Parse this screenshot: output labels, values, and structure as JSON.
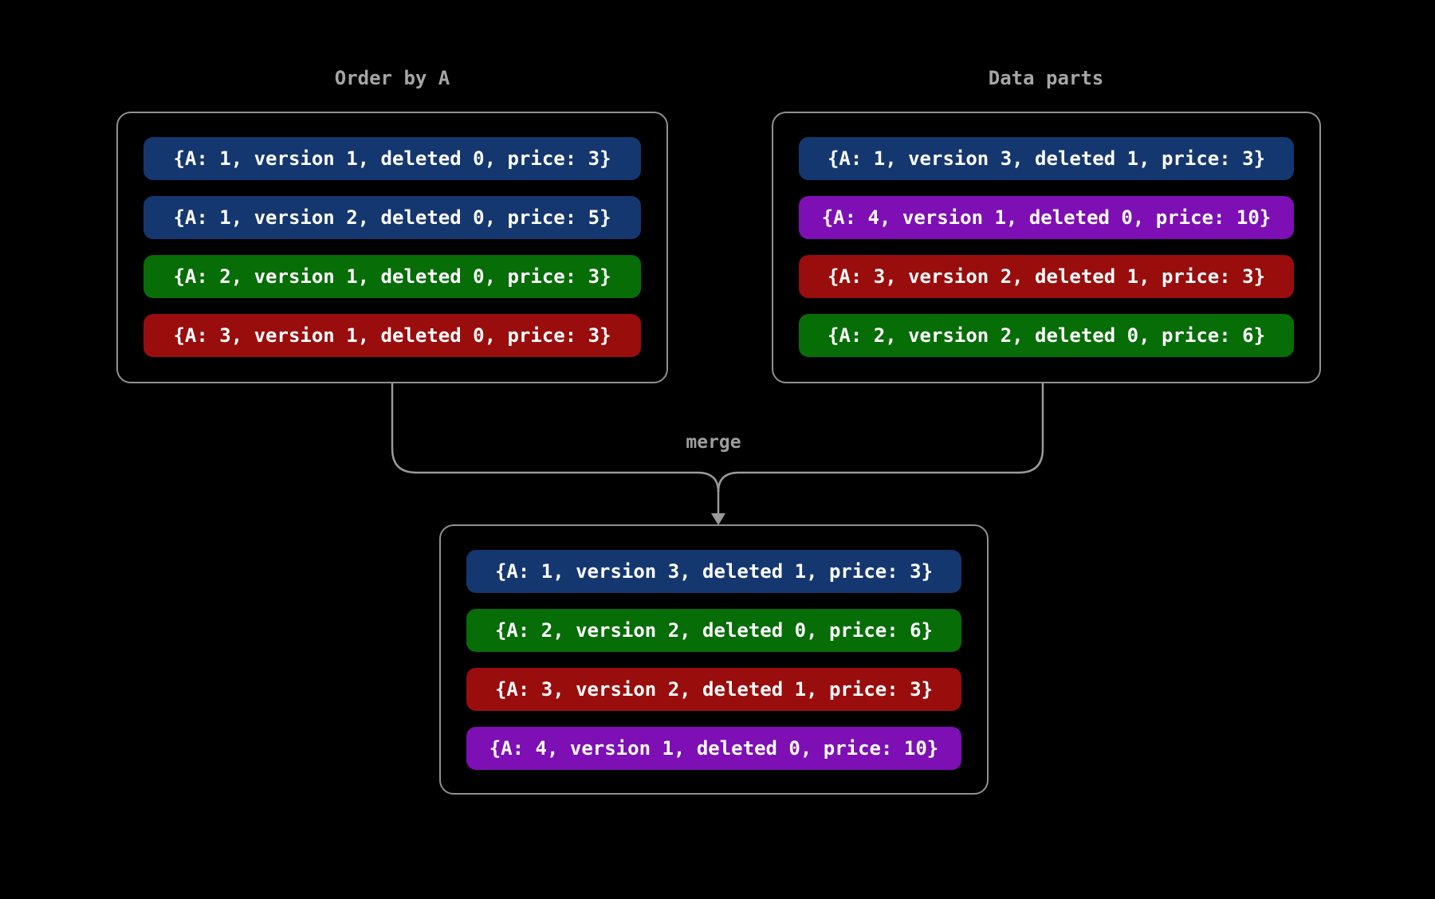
{
  "left_panel": {
    "title": "Order by A",
    "rows": [
      {
        "text": "{A: 1, version 1, deleted 0, price: 3}",
        "color": "blue"
      },
      {
        "text": "{A: 1, version 2, deleted 0, price: 5}",
        "color": "blue"
      },
      {
        "text": "{A: 2, version 1, deleted 0, price: 3}",
        "color": "green"
      },
      {
        "text": "{A: 3, version 1, deleted 0, price: 3}",
        "color": "red"
      }
    ]
  },
  "right_panel": {
    "title": "Data parts",
    "rows": [
      {
        "text": "{A: 1, version 3, deleted 1, price: 3}",
        "color": "blue"
      },
      {
        "text": "{A: 4, version 1, deleted 0, price: 10}",
        "color": "purple"
      },
      {
        "text": "{A: 3, version 2, deleted 1, price: 3}",
        "color": "red"
      },
      {
        "text": "{A: 2, version 2, deleted 0, price: 6}",
        "color": "green"
      }
    ]
  },
  "merge_label": "merge",
  "bottom_panel": {
    "rows": [
      {
        "text": "{A: 1, version 3, deleted 1, price: 3}",
        "color": "blue"
      },
      {
        "text": "{A: 2, version 2, deleted 0, price: 6}",
        "color": "green"
      },
      {
        "text": "{A: 3, version 2, deleted 1, price: 3}",
        "color": "red"
      },
      {
        "text": "{A: 4, version 1, deleted 0, price: 10}",
        "color": "purple"
      }
    ]
  },
  "colors": {
    "blue": "#15376f",
    "green": "#076d07",
    "red": "#9a0d0d",
    "purple": "#7e0fb4",
    "border": "#909090",
    "arrow": "#9a9a9a",
    "muted_text": "#a6a6a6",
    "row_text": "#ffffff",
    "background": "#000000"
  }
}
